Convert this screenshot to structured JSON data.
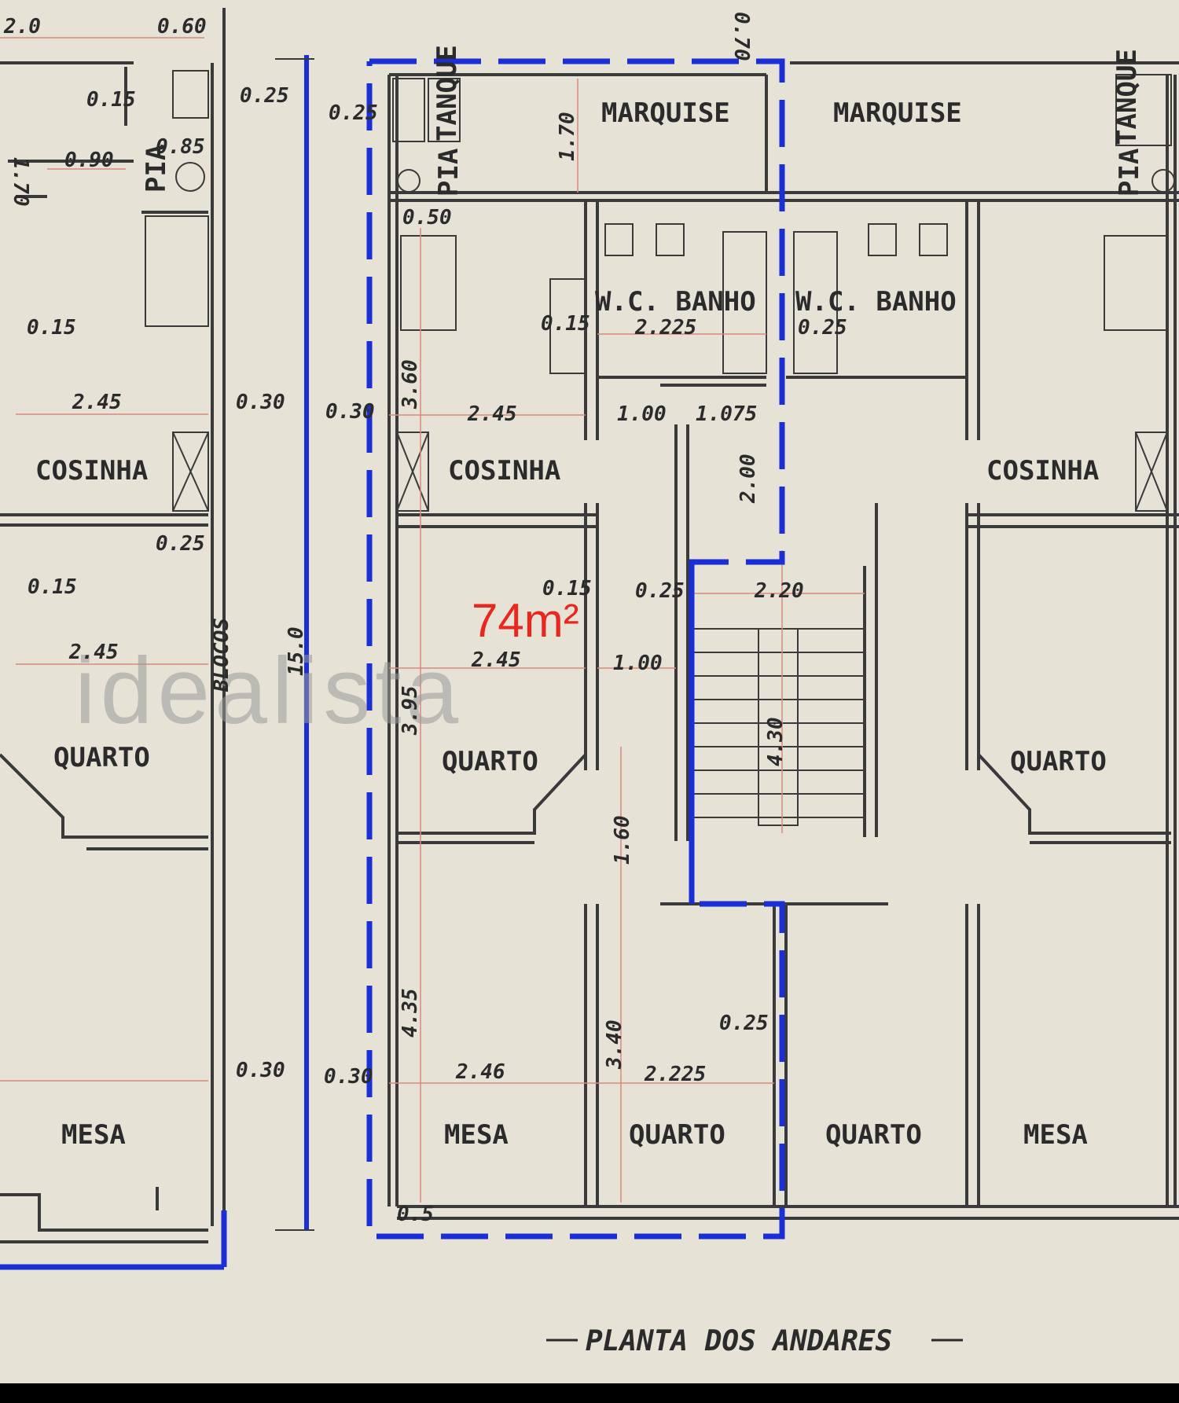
{
  "plan": {
    "title": "PLANTA DOS ANDARES",
    "area": "74m²",
    "watermark": "idealista",
    "total_length": "15.0",
    "side_label": "BLOCOS"
  },
  "rooms": {
    "marquise_left": "MARQUISE",
    "marquise_right": "MARQUISE",
    "wc_left": "W.C. BANHO",
    "wc_right": "W.C. BANHO",
    "cosinha_far_left": "COSINHA",
    "cosinha_center": "COSINHA",
    "cosinha_right": "COSINHA",
    "quarto_far_left": "QUARTO",
    "quarto_center": "QUARTO",
    "quarto_right": "QUARTO",
    "quarto_small": "QUARTO",
    "quarto_small_right": "QUARTO",
    "mesa_far_left": "MESA",
    "mesa_center": "MESA",
    "mesa_right": "MESA",
    "tanque_left": "TANQUE",
    "tanque_right": "TANQUE",
    "pia_left": "PIA",
    "pia_right": "PIA",
    "pia_far_left": "PIA"
  },
  "dims": {
    "d_2_0": "2.0",
    "d_0_60": "0.60",
    "d_0_15_a": "0.15",
    "d_0_25_a": "0.25",
    "d_1_70_left": "1.70",
    "d_0_90": "0.90",
    "d_0_85": "0.85",
    "d_0_15_b": "0.15",
    "d_2_45_a": "2.45",
    "d_0_30_a": "0.30",
    "d_0_25_b": "0.25",
    "d_0_15_c": "0.15",
    "d_2_45_b": "2.45",
    "d_0_30_b": "0.30",
    "d_0_70": "0.70",
    "d_0_25_c": "0.25",
    "d_1_70_c": "1.70",
    "d_0_50": "0.50",
    "d_0_15_d": "0.15",
    "d_2_225_a": "2.225",
    "d_0_25_d": "0.25",
    "d_3_60": "3.60",
    "d_0_30_c": "0.30",
    "d_2_45_c": "2.45",
    "d_1_00_a": "1.00",
    "d_1_075": "1.075",
    "d_2_00": "2.00",
    "d_0_15_e": "0.15",
    "d_0_25_e": "0.25",
    "d_2_20": "2.20",
    "d_2_45_d": "2.45",
    "d_1_00_b": "1.00",
    "d_3_95": "3.95",
    "d_4_30": "4.30",
    "d_1_60": "1.60",
    "d_4_35": "4.35",
    "d_3_40": "3.40",
    "d_0_25_f": "0.25",
    "d_0_30_d": "0.30",
    "d_2_46": "2.46",
    "d_2_225_b": "2.225",
    "d_0_05": "0.5"
  },
  "colors": {
    "outline": "#1a2fd6",
    "area_text": "#e8281e",
    "paper": "#e6e2d6",
    "ink": "#2b2b2b"
  }
}
